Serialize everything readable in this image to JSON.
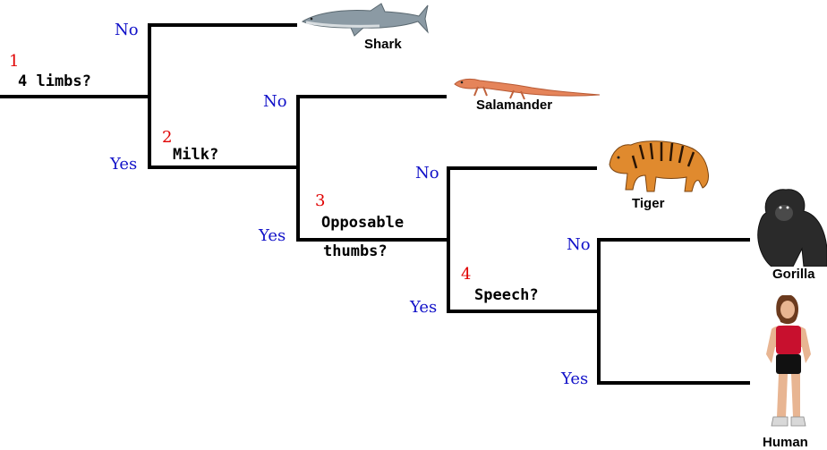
{
  "questions": [
    {
      "number": "1",
      "text": "4 limbs?"
    },
    {
      "number": "2",
      "text": "Milk?"
    },
    {
      "number": "3",
      "text_line1": "Opposable",
      "text_line2": "thumbs?"
    },
    {
      "number": "4",
      "text": "Speech?"
    }
  ],
  "answers": {
    "no": "No",
    "yes": "Yes"
  },
  "animals": {
    "shark": "Shark",
    "salamander": "Salamander",
    "tiger": "Tiger",
    "gorilla": "Gorilla",
    "human": "Human"
  },
  "colors": {
    "number": "#e00000",
    "answer": "#1010c8",
    "line": "#000000"
  }
}
